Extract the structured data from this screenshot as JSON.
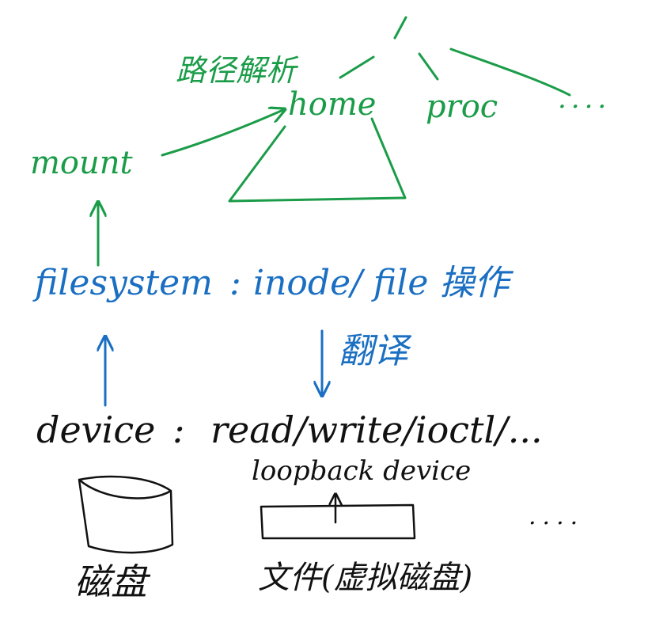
{
  "colors": {
    "green": "#1a9c48",
    "blue": "#1a6fc2",
    "black": "#111111"
  },
  "labels": {
    "path_resolution": "路径解析",
    "home": "home",
    "proc": "proc",
    "more_dirs": "....",
    "mount": "mount",
    "filesystem": "filesystem",
    "fs_separator": ":",
    "fs_ops": "inode/ file 操作",
    "translate": "翻译",
    "device": "device",
    "device_separator": ":",
    "device_ops": "read/write/ioctl/...",
    "loopback": "loopback device",
    "more_devices": "....",
    "disk": "磁盘",
    "file_virtual_disk": "文件(虚拟磁盘)"
  }
}
